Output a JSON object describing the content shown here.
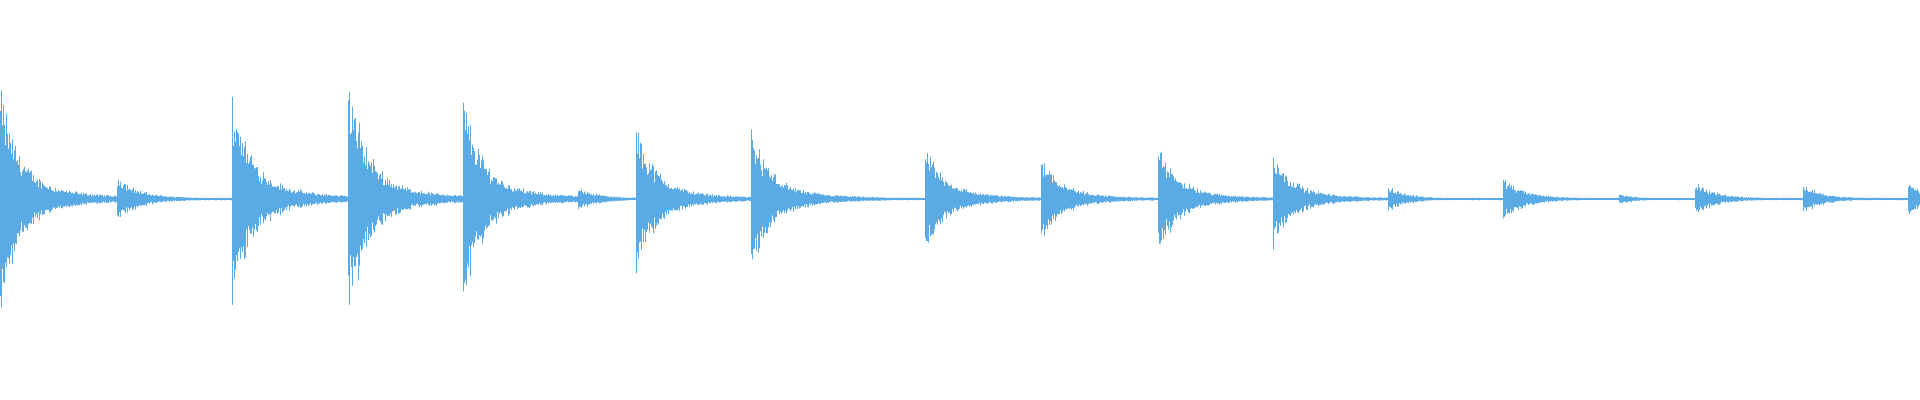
{
  "waveform": {
    "color": "#5aaae6",
    "background": "#ffffff",
    "onsets": [
      {
        "t": 0.0,
        "amp": 0.46
      },
      {
        "t": 0.061,
        "amp": 0.1
      },
      {
        "t": 0.121,
        "amp": 0.46
      },
      {
        "t": 0.181,
        "amp": 0.5
      },
      {
        "t": 0.241,
        "amp": 0.43
      },
      {
        "t": 0.301,
        "amp": 0.05
      },
      {
        "t": 0.331,
        "amp": 0.31
      },
      {
        "t": 0.391,
        "amp": 0.3
      },
      {
        "t": 0.482,
        "amp": 0.23
      },
      {
        "t": 0.542,
        "amp": 0.19
      },
      {
        "t": 0.603,
        "amp": 0.23
      },
      {
        "t": 0.663,
        "amp": 0.2
      },
      {
        "t": 0.723,
        "amp": 0.05
      },
      {
        "t": 0.783,
        "amp": 0.09
      },
      {
        "t": 0.843,
        "amp": 0.02
      },
      {
        "t": 0.883,
        "amp": 0.07
      },
      {
        "t": 0.939,
        "amp": 0.06
      },
      {
        "t": 0.994,
        "amp": 0.07
      }
    ]
  }
}
